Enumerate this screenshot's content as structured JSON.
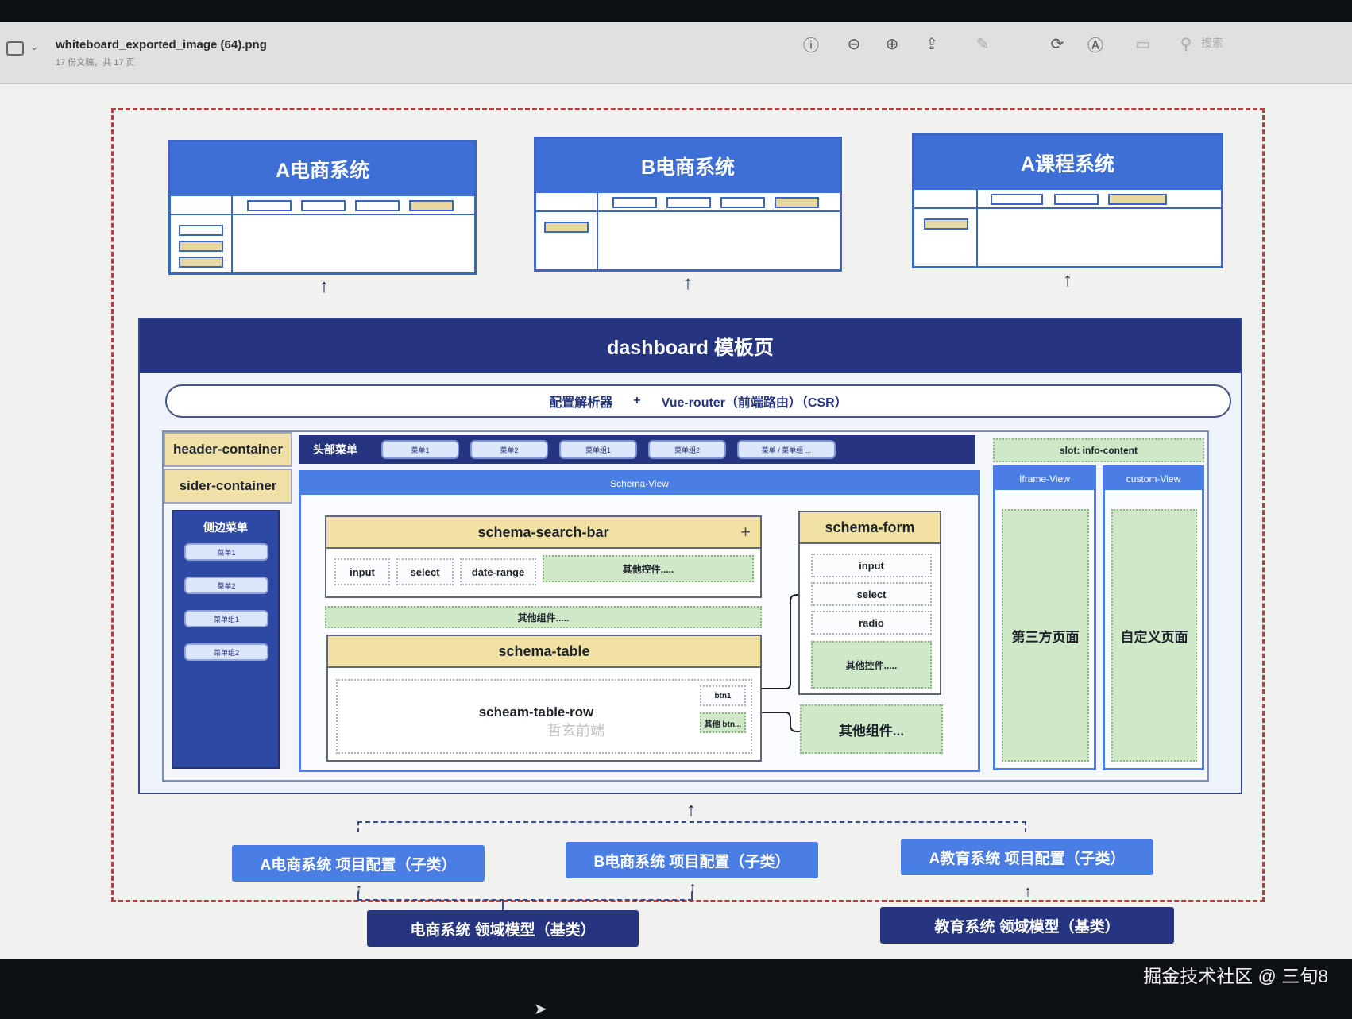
{
  "toolbar": {
    "sidebar_toggle_icon": "sidebar-icon",
    "title": "whiteboard_exported_image (64).png",
    "subtitle": "17 份文稿，共 17 页",
    "search_placeholder": "搜索",
    "icons": [
      "info-icon",
      "zoom-out-icon",
      "zoom-in-icon",
      "share-icon",
      "markup-pen-icon",
      "rotate-icon",
      "annotate-icon",
      "form-icon",
      "search-icon"
    ]
  },
  "systems": [
    {
      "title": "A电商系统"
    },
    {
      "title": "B电商系统"
    },
    {
      "title": "A课程系统"
    }
  ],
  "dashboard": {
    "title": "dashboard 模板页",
    "router_parser": "配置解析器",
    "router_plus": "+",
    "router_vue": "Vue-router（前端路由）（CSR）",
    "header_container": "header-container",
    "sider_container": "sider-container",
    "header_menu_label": "头部菜单",
    "header_menu_items": [
      "菜单1",
      "菜单2",
      "菜单组1",
      "菜单组2",
      "菜单 / 菜单组 ..."
    ],
    "slot_info": "slot: info-content",
    "sider_menu_label": "侧边菜单",
    "sider_items": [
      "菜单1",
      "菜单2",
      "菜单组1",
      "菜单组2"
    ],
    "schema_view": "Schema-View",
    "search_bar": {
      "title": "schema-search-bar",
      "plus": "+",
      "chips": [
        "input",
        "select",
        "date-range"
      ],
      "other": "其他控件....."
    },
    "other_components_mid": "其他组件.....",
    "table": {
      "title": "schema-table",
      "row": "scheam-table-row",
      "btn1": "btn1",
      "btn_other": "其他 btn...",
      "watermark": "哲玄前端"
    },
    "form": {
      "title": "schema-form",
      "items": [
        "input",
        "select",
        "radio"
      ],
      "other": "其他控件....."
    },
    "other_components_right": "其他组件...",
    "iframe_view": {
      "title": "Iframe-View",
      "content": "第三方页面"
    },
    "custom_view": {
      "title": "custom-View",
      "content": "自定义页面"
    }
  },
  "project_configs": [
    "A电商系统 项目配置（子类）",
    "B电商系统 项目配置（子类）",
    "A教育系统 项目配置（子类）"
  ],
  "domain_models": [
    "电商系统 领域模型（基类）",
    "教育系统 领域模型（基类）"
  ],
  "watermark": "掘金技术社区 @ 三旬8"
}
